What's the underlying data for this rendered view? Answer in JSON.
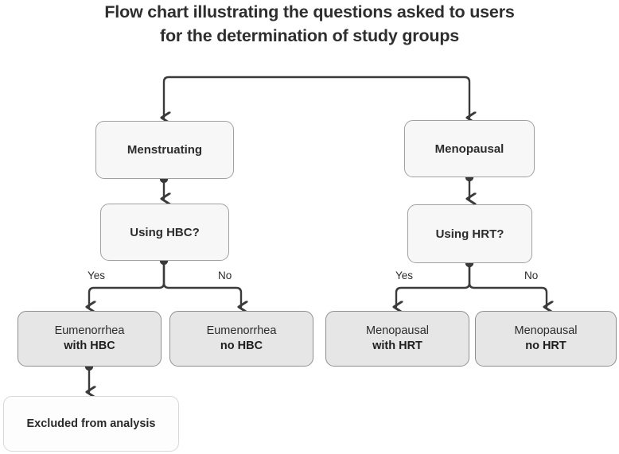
{
  "title": {
    "line1": "Flow chart illustrating the questions asked to users",
    "line2": "for the determination of study groups"
  },
  "colors": {
    "background": "#ffffff",
    "stroke": "#3a3a3a",
    "node_light_fill": "#f7f7f7",
    "node_gray_fill": "#e6e6e6",
    "node_white_fill": "#fdfdfd",
    "node_border": "#9b9b9b",
    "text": "#2b2b2b"
  },
  "nodes": {
    "menstruating": {
      "label": "Menstruating"
    },
    "menopausal": {
      "label": "Menopausal"
    },
    "using_hbc": {
      "label": "Using HBC?"
    },
    "using_hrt": {
      "label": "Using HRT?"
    },
    "eumenorrhea_with_hbc": {
      "line1": "Eumenorrhea",
      "line2": "with HBC"
    },
    "eumenorrhea_no_hbc": {
      "line1": "Eumenorrhea",
      "line2": "no HBC"
    },
    "menopausal_with_hrt": {
      "line1": "Menopausal",
      "line2": "with HRT"
    },
    "menopausal_no_hrt": {
      "line1": "Menopausal",
      "line2": "no HRT"
    },
    "excluded": {
      "label": "Excluded from analysis"
    }
  },
  "edge_labels": {
    "hbc_yes": "Yes",
    "hbc_no": "No",
    "hrt_yes": "Yes",
    "hrt_no": "No"
  }
}
